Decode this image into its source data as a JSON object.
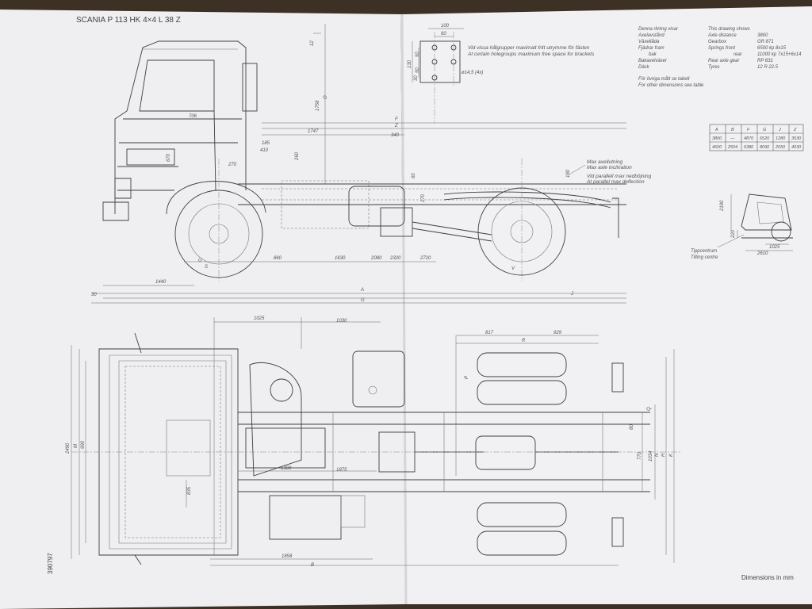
{
  "title": "SCANIA P 113 HK 4×4 L 38 Z",
  "drawing_number": "390797",
  "units_note": "Dimensions in mm",
  "brackets_note": {
    "swedish": "Vid vissa hålgrupper maximalt fritt utrymme för fästen",
    "english": "At certain holegroups maximum free space for brackets",
    "hole": "ø14,5 (4x)",
    "dims": [
      "100",
      "60",
      "50",
      "50",
      "130",
      "30"
    ]
  },
  "spec_block": {
    "sv_title": "Denna ritning visar",
    "en_title": "This drawing shows",
    "rows": [
      {
        "sv": "Axelavstånd",
        "en": "Axle distance",
        "value": "3800"
      },
      {
        "sv": "Växellåda",
        "en": "Gearbox",
        "value": "GR 871"
      },
      {
        "sv": "Fjädrar fram",
        "en": "Springs front",
        "value": "6500 kp 8x15"
      },
      {
        "sv": "bak",
        "en": "rear",
        "value": "11000 kp 7x15+6x14"
      },
      {
        "sv": "Bakaxelväxel",
        "en": "Rear axle gear",
        "value": "RP 831"
      },
      {
        "sv": "Däck",
        "en": "Tyres",
        "value": "12 R 22.5"
      }
    ],
    "note_sv": "För övriga mått se tabell",
    "note_en": "For other dimensions see table"
  },
  "dim_table": {
    "headers": [
      "A",
      "B",
      "F",
      "G",
      "J",
      "Z"
    ],
    "rows": [
      [
        "3800",
        "—",
        "4870",
        "6520",
        "1280",
        "3530"
      ],
      [
        "4600",
        "2504",
        "6380",
        "8090",
        "2050",
        "4030"
      ]
    ]
  },
  "axle_notes": [
    "Max axellutning",
    "Max axle inclination",
    "Vid parallell max nedböjning",
    "At parallel max deflection"
  ],
  "tilt_note": [
    "Tippcentrum",
    "Tilting centre"
  ],
  "tilt_dims": [
    "2190",
    "220",
    "1025",
    "2610"
  ],
  "side_dims": {
    "left_top": "12",
    "cab_height": "1758",
    "cab_height_letter": "O",
    "frame_F": "F",
    "frame_Z": "Z",
    "d1747": "1747",
    "d340": "340",
    "d706": "706",
    "d185": "185",
    "d410": "410",
    "d670": "670",
    "d270a": "270",
    "d260": "260",
    "d60": "60",
    "d270b": "270",
    "d180": "180",
    "d860": "860",
    "d1630": "1630",
    "d2080": "2080",
    "d2320": "2320",
    "d2720": "2720",
    "d1440": "1440",
    "d30": "30",
    "letter_A": "A",
    "letter_G": "G",
    "letter_J": "J",
    "letter_U": "U",
    "letter_S": "S",
    "letter_V": "V"
  },
  "plan_dims": {
    "d1025": "1025",
    "d1030": "1030",
    "d817": "817",
    "d929": "929",
    "letter_R": "R",
    "d2490": "2490",
    "letter_M": "M",
    "d990": "990",
    "d835": "835",
    "d1308": "1308",
    "d1875": "1875",
    "d1858": "1858",
    "letter_B": "B",
    "d770": "770",
    "d1034": "1034",
    "letter_N": "N",
    "letter_H": "H",
    "letter_K": "K",
    "letter_Q": "Q",
    "letter_P": "P",
    "d80": "80"
  }
}
